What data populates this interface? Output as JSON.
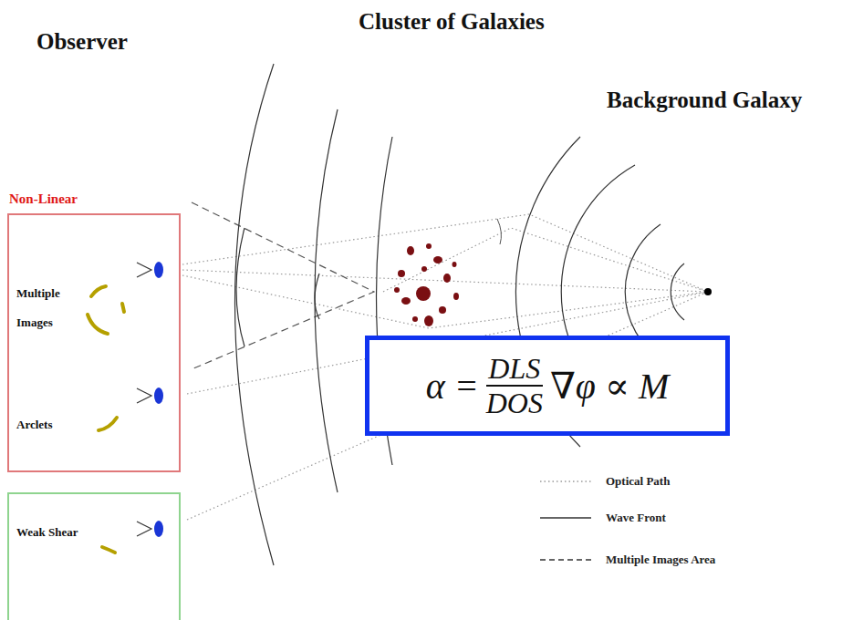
{
  "diagram": {
    "nodes": [
      {
        "text": [
          "Non-Linear",
          "Multiple Images",
          "Arclets"
        ]
      },
      {
        "text": [
          "Weak Shear"
        ]
      },
      {
        "text": [
          "α =",
          "DLS",
          "DOS",
          "∇φ ∝ M"
        ]
      }
    ],
    "labels": [
      "Observer",
      "Cluster of Galaxies",
      "Background Galaxy"
    ],
    "legend": [
      {
        "text": "Optical Path"
      },
      {
        "text": "Wave Front"
      },
      {
        "text": "Multiple Images Area"
      }
    ]
  }
}
